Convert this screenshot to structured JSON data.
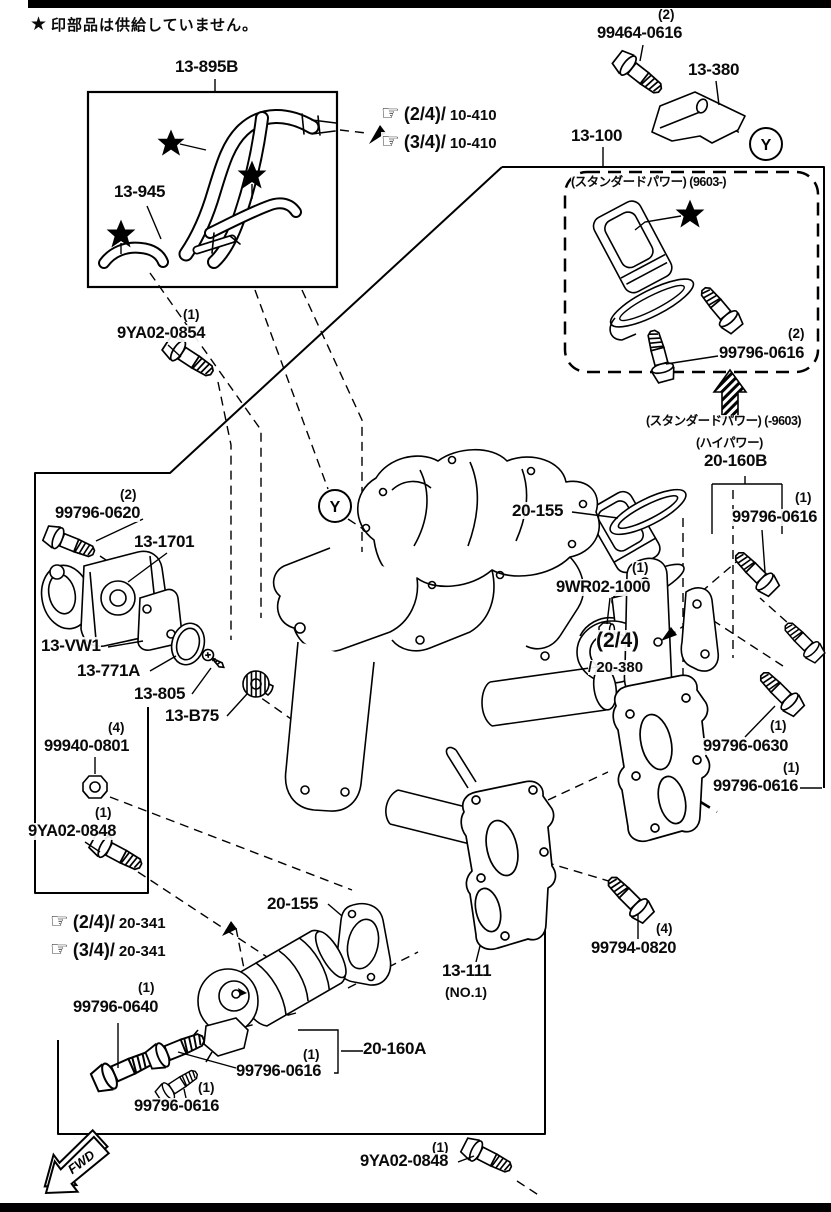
{
  "page": {
    "bg": "#ffffff",
    "ink": "#000000"
  },
  "note": {
    "star": "★",
    "text": "印部品は供給していません。"
  },
  "misc": {
    "y": "Y",
    "fwd": "FWD"
  },
  "jp": {
    "std_9603": "(スタンダードパワー) (9603-)",
    "std_pre": "(スタンダードパワー) (-9603)",
    "high": "(ハイパワー)"
  },
  "parts": {
    "p13_895B": "13-895B",
    "p13_945": "13-945",
    "p13_380": "13-380",
    "p13_100": "13-100",
    "p20_160B": "20-160B",
    "p20_155_top": "20-155",
    "p20_155_bottom": "20-155",
    "p13_1701": "13-1701",
    "p13_VW1": "13-VW1",
    "p13_771A": "13-771A",
    "p13_805": "13-805",
    "p13_B75": "13-B75",
    "p20_160A": "20-160A",
    "p13_111": "13-111",
    "p13_111_no": "(NO.1)"
  },
  "callouts": {
    "c99464": {
      "qty": "(2)",
      "num": "99464-0616"
    },
    "c99796_0616_std": {
      "qty": "(2)",
      "num": "99796-0616"
    },
    "c9YA02_0854": {
      "qty": "(1)",
      "num": "9YA02-0854"
    },
    "c99796_0620": {
      "qty": "(2)",
      "num": "99796-0620"
    },
    "c99796_0616_r1": {
      "qty": "(1)",
      "num": "99796-0616"
    },
    "c9WR02_1000": {
      "qty": "(1)",
      "num": "9WR02-1000"
    },
    "c99796_0630": {
      "qty": "(1)",
      "num": "99796-0630"
    },
    "c99796_0616_r2": {
      "qty": "(1)",
      "num": "99796-0616"
    },
    "c99940_0801": {
      "qty": "(4)",
      "num": "99940-0801"
    },
    "c9YA02_0848_left": {
      "qty": "(1)",
      "num": "9YA02-0848"
    },
    "c99796_0640": {
      "qty": "(1)",
      "num": "99796-0640"
    },
    "c99796_0616_b1": {
      "qty": "(1)",
      "num": "99796-0616"
    },
    "c99796_0616_b2": {
      "qty": "(1)",
      "num": "99796-0616"
    },
    "c99794_0820": {
      "qty": "(4)",
      "num": "99794-0820"
    },
    "c9YA02_0848_bottom": {
      "qty": "(1)",
      "num": "9YA02-0848"
    }
  },
  "refs": {
    "r10_410_a": {
      "hand": "☞",
      "sec": "(2/4)/",
      "num": "10-410"
    },
    "r10_410_b": {
      "hand": "☞",
      "sec": "(3/4)/",
      "num": "10-410"
    },
    "r20_341_a": {
      "hand": "☞",
      "sec": "(2/4)/",
      "num": "20-341"
    },
    "r20_341_b": {
      "hand": "☞",
      "sec": "(3/4)/",
      "num": "20-341"
    },
    "r20_380": {
      "sec": "(2/4)",
      "num": "/ 20-380"
    }
  }
}
